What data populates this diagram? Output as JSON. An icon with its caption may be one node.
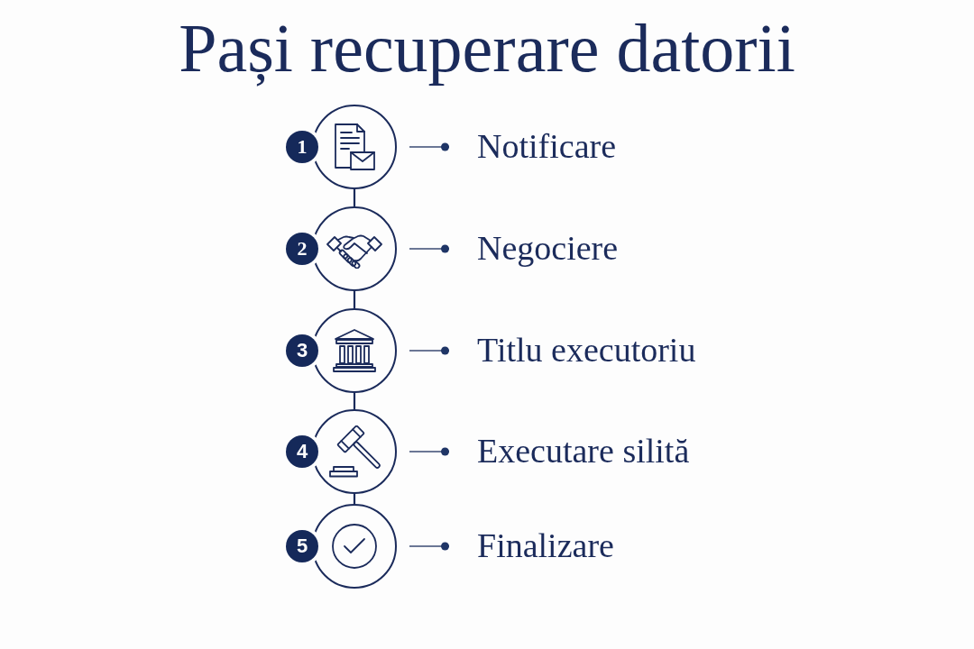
{
  "diagram": {
    "title": "Pași recuperare datorii",
    "nodes": [
      {
        "text": [
          "1"
        ]
      },
      {
        "text": [],
        "shape": "circle"
      },
      {
        "text": [
          "Notificare"
        ]
      },
      {
        "text": [
          "2"
        ]
      },
      {
        "text": [],
        "shape": "circle"
      },
      {
        "text": [
          "Negociere"
        ]
      },
      {
        "text": [
          "3"
        ]
      },
      {
        "text": [],
        "shape": "circle"
      },
      {
        "text": [
          "Titlu executoriu"
        ]
      },
      {
        "text": [
          "4"
        ]
      },
      {
        "text": [],
        "shape": "circle"
      },
      {
        "text": [
          "Executare silită"
        ]
      },
      {
        "text": [
          "5"
        ]
      },
      {
        "text": [],
        "shape": "circle"
      },
      {
        "text": [
          "Finalizare"
        ]
      }
    ],
    "edges": [
      {
        "from": 1,
        "to": 2,
        "arrow": "other"
      },
      {
        "from": 4,
        "to": 5,
        "arrow": "other"
      },
      {
        "from": 7,
        "to": 8,
        "arrow": "other"
      },
      {
        "from": 10,
        "to": 11,
        "arrow": "other"
      },
      {
        "from": 13,
        "to": 14,
        "arrow": "other"
      },
      {
        "from": 1,
        "to": 4,
        "arrow": "none"
      },
      {
        "from": 4,
        "to": 7,
        "arrow": "none"
      },
      {
        "from": 7,
        "to": 10,
        "arrow": "none"
      },
      {
        "from": 10,
        "to": 13,
        "arrow": "none"
      }
    ]
  }
}
